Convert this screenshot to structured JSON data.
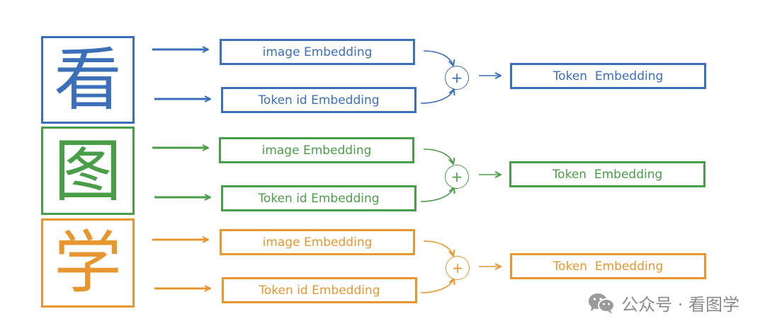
{
  "rows": [
    {
      "char": "看",
      "color": "#3b6fba",
      "image_embedding": "image Embedding",
      "token_id_embedding": "Token id Embedding",
      "operator": "+",
      "token_embedding": "Token  Embedding"
    },
    {
      "char": "图",
      "color": "#4a9e48",
      "image_embedding": "image Embedding",
      "token_id_embedding": "Token id Embedding",
      "operator": "+",
      "token_embedding": "Token  Embedding"
    },
    {
      "char": "学",
      "color": "#e8962f",
      "image_embedding": "image Embedding",
      "token_id_embedding": "Token id Embedding",
      "operator": "+",
      "token_embedding": "Token  Embedding"
    }
  ],
  "watermark": {
    "text": "公众号 · 看图学",
    "icon": "wechat-icon"
  }
}
